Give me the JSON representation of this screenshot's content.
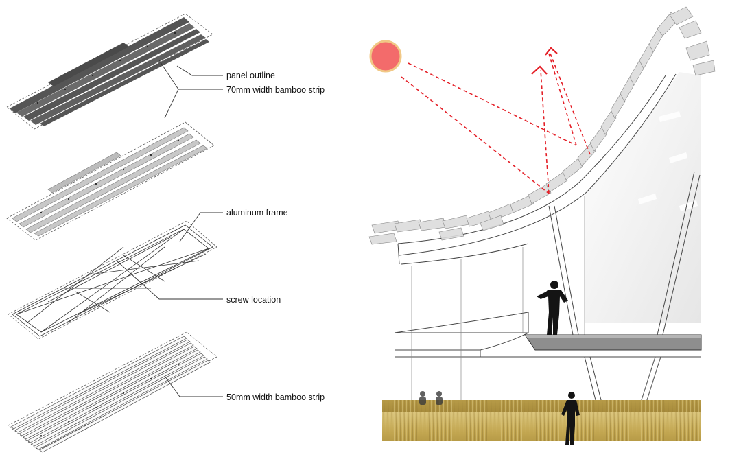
{
  "labels": {
    "panel_outline": "panel outline",
    "bamboo_70": "70mm width bamboo strip",
    "aluminum_frame": "aluminum frame",
    "screw_location": "screw location",
    "bamboo_50": "50mm width bamboo strip"
  },
  "colors": {
    "sun_fill": "#f36b6b",
    "sun_ring": "#f1c886",
    "ray": "#e41e26",
    "strip_dark": "#555555",
    "strip_light": "#c8c8c8",
    "grass": "#c9b25e",
    "slab": "#8e8e8e",
    "silhouette": "#141414"
  }
}
